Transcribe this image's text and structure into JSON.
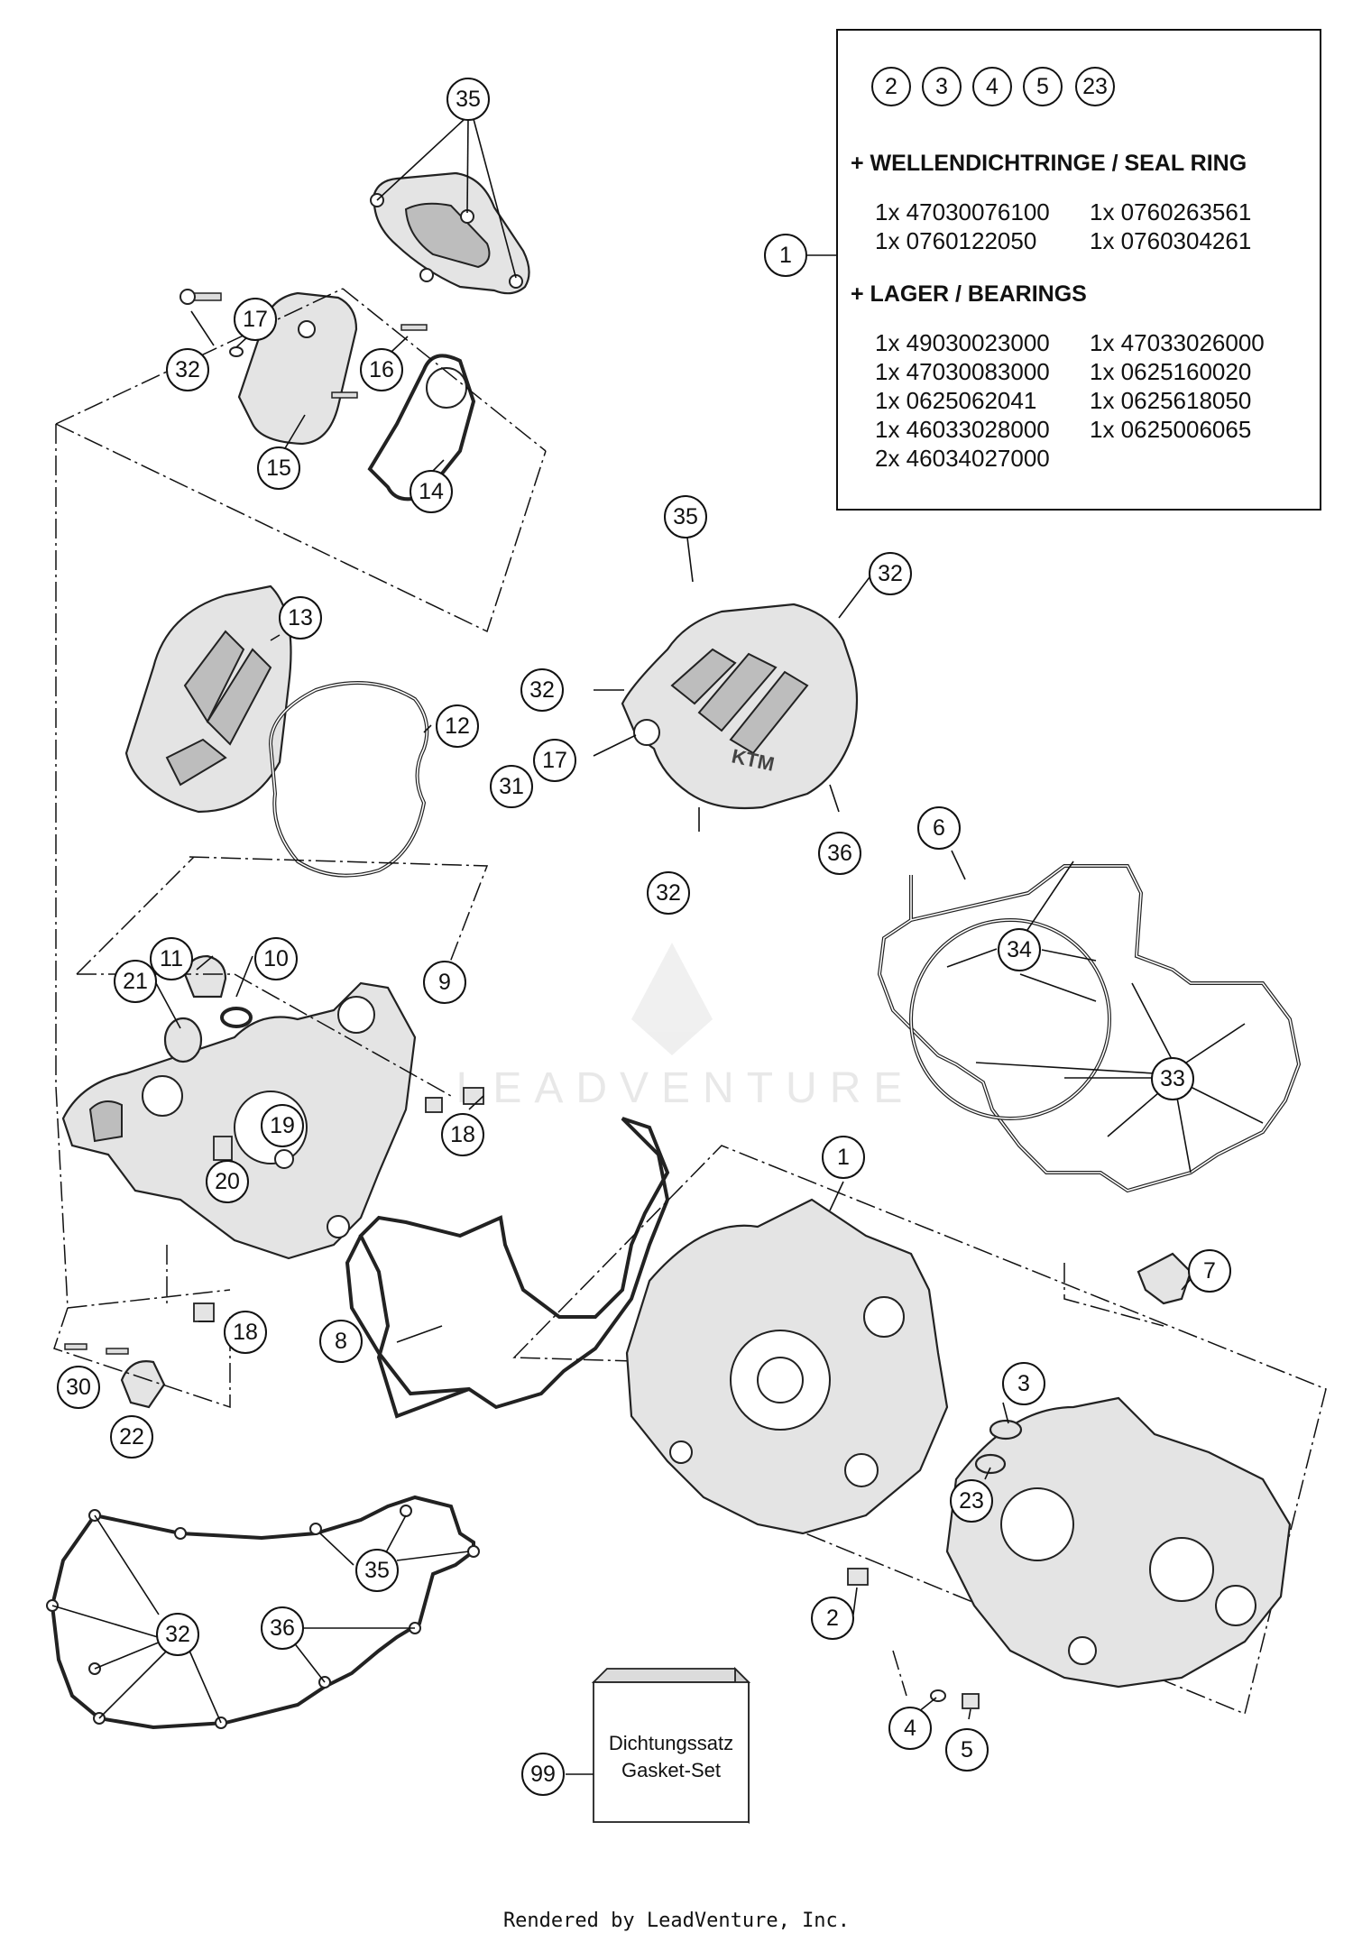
{
  "diagram": {
    "info_box": {
      "part_badges": [
        "2",
        "3",
        "4",
        "5",
        "23"
      ],
      "ref": "1",
      "seal_heading": "+ WELLENDICHTRINGE / SEAL RING",
      "seal_rows": [
        [
          "1x 47030076100",
          "1x 0760263561"
        ],
        [
          "1x 0760122050",
          "1x 0760304261"
        ]
      ],
      "bearing_heading": "+ LAGER / BEARINGS",
      "bearing_rows": [
        [
          "1x 49030023000",
          "1x 47033026000"
        ],
        [
          "1x 47030083000",
          "1x 0625160020"
        ],
        [
          "1x 0625062041",
          "1x 0625618050"
        ],
        [
          "1x 46033028000",
          "1x 0625006065"
        ],
        [
          "2x 46034027000",
          ""
        ]
      ]
    },
    "callouts": {
      "c35_top": "35",
      "c17_top": "17",
      "c32_top": "32",
      "c16": "16",
      "c15": "15",
      "c14": "14",
      "c13": "13",
      "c12": "12",
      "c11": "11",
      "c10": "10",
      "c21": "21",
      "c9": "9",
      "c19": "19",
      "c20": "20",
      "c18_a": "18",
      "c18_b": "18",
      "c8": "8",
      "c30": "30",
      "c22": "22",
      "c35_mid": "35",
      "c32_r1": "32",
      "c32_l": "32",
      "c17_mid": "17",
      "c31": "31",
      "c36_mid": "36",
      "c32_b": "32",
      "c6": "6",
      "c34": "34",
      "c33": "33",
      "c1_crank": "1",
      "c7": "7",
      "c3": "3",
      "c23": "23",
      "c2": "2",
      "c4": "4",
      "c5": "5",
      "c35_low": "35",
      "c32_low": "32",
      "c36_low": "36",
      "c99": "99"
    },
    "gasket_set": {
      "line1": "Dichtungssatz",
      "line2": "Gasket-Set"
    },
    "cover_logo": "KTM",
    "watermark": "LEADVENTURE"
  },
  "footer": "Rendered by LeadVenture, Inc."
}
